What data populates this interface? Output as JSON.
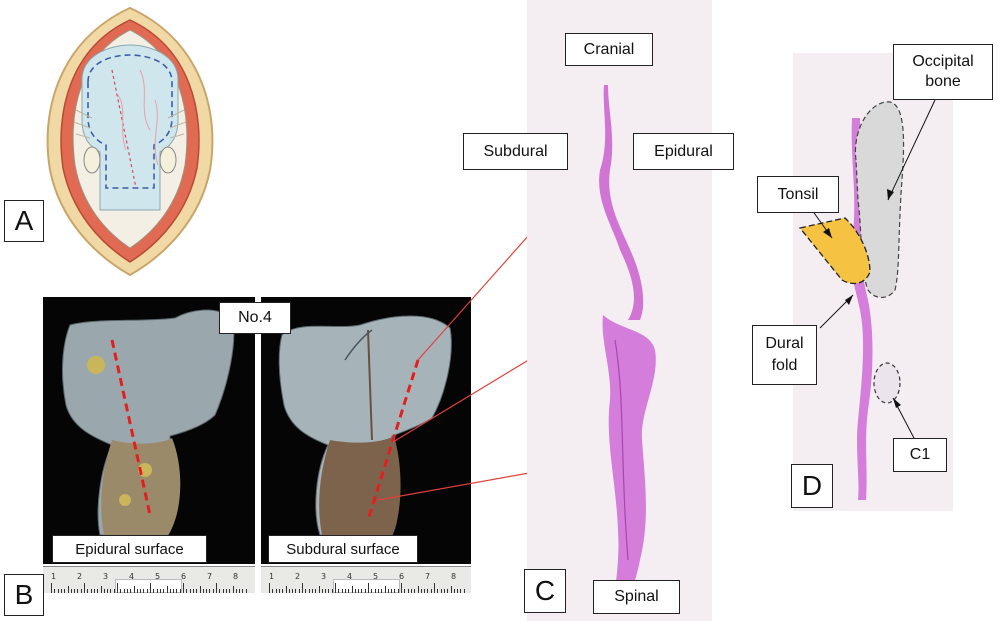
{
  "panels": {
    "a": "A",
    "b": "B",
    "c": "C",
    "d": "D"
  },
  "panel_b": {
    "specimen": "No.4",
    "left_caption": "Epidural surface",
    "right_caption": "Subdural surface",
    "ruler_numbers": [
      "1",
      "2",
      "3",
      "4",
      "5",
      "6",
      "7",
      "8"
    ]
  },
  "panel_c": {
    "cranial": "Cranial",
    "spinal": "Spinal",
    "subdural": "Subdural",
    "epidural": "Epidural"
  },
  "panel_d": {
    "occipital_bone": "Occipital bone",
    "tonsil": "Tonsil",
    "dural_fold": "Dural fold",
    "c1": "C1"
  },
  "colors": {
    "stain": "#d070d8",
    "tonsil": "#f5c242",
    "bone": "#d9d9d9",
    "arrow_red": "#e0403a",
    "cut_line": "#e02020"
  }
}
